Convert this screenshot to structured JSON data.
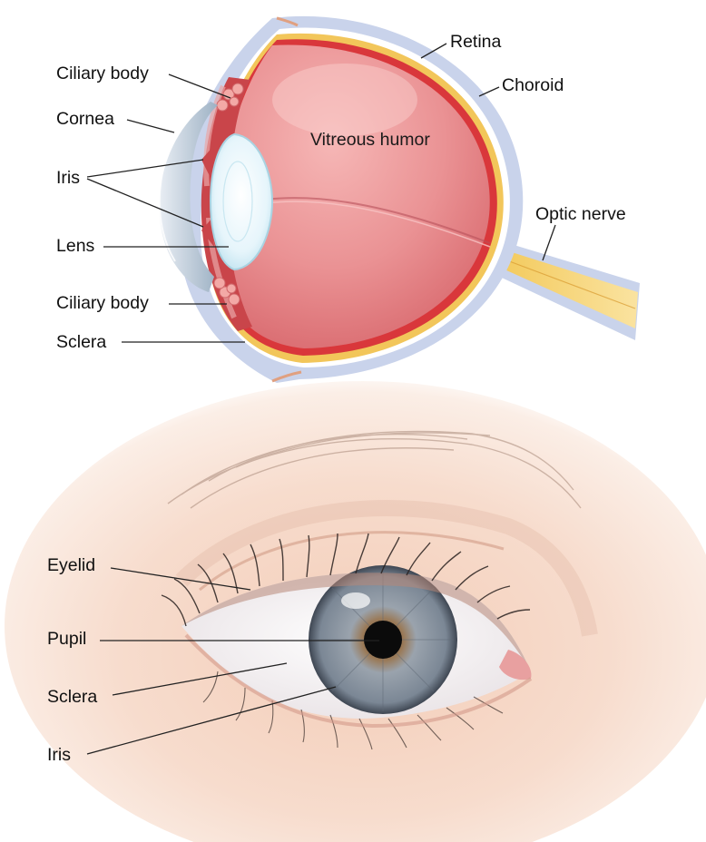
{
  "cross_section": {
    "labels": {
      "retina": "Retina",
      "choroid": "Choroid",
      "ciliary_body_top": "Ciliary body",
      "cornea": "Cornea",
      "iris": "Iris",
      "vitreous_humor": "Vitreous humor",
      "optic_nerve": "Optic nerve",
      "lens": "Lens",
      "ciliary_body_bottom": "Ciliary body",
      "sclera": "Sclera"
    },
    "colors": {
      "vitreous": "#e98d90",
      "retina_layer": "#f2c65a",
      "choroid_layer": "#d9373b",
      "sclera_layer": "#c9d3eb",
      "lens": "#e8f6fb",
      "optic_nerve": "#f6d46e"
    }
  },
  "external_view": {
    "labels": {
      "eyelid": "Eyelid",
      "pupil": "Pupil",
      "sclera": "Sclera",
      "iris": "Iris"
    },
    "colors": {
      "skin": "#f6dccd",
      "iris": "#8c98a6",
      "pupil": "#0b0b0b"
    }
  }
}
